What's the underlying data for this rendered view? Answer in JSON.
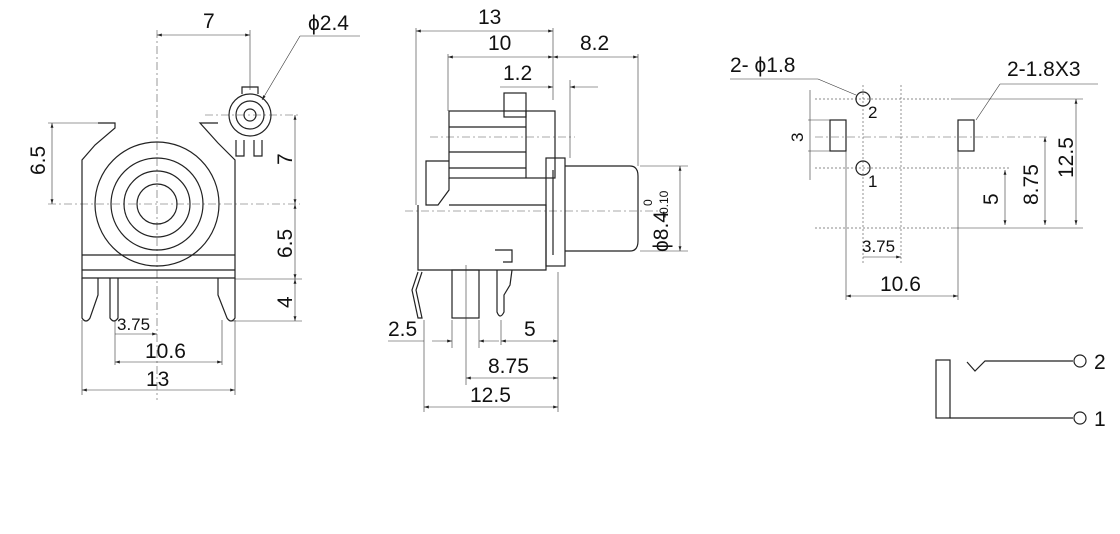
{
  "front_view": {
    "width_top": "7",
    "pin_dia": "ϕ2.4",
    "height_upper": "6.5",
    "right_upper": "7",
    "right_mid": "6.5",
    "right_low": "4",
    "pin_offset": "3.75",
    "pin_span": "10.6",
    "width": "13"
  },
  "side_view": {
    "total": "13",
    "body": "10",
    "barrel": "8.2",
    "flange": "1.2",
    "barrel_dia": "ϕ8.4",
    "tol_upper": "0",
    "tol_lower": "-0.10",
    "lead_left": "2.5",
    "lead_right": "5",
    "pitch_mid": "8.75",
    "pitch_total": "12.5"
  },
  "pcb_layout": {
    "holes": "2- ϕ1.8",
    "slots": "2-1.8X3",
    "slot_height": "3",
    "dim_5": "5",
    "dim_875": "8.75",
    "dim_125": "12.5",
    "dim_375": "3.75",
    "dim_106": "10.6",
    "hole_2": "2",
    "hole_1": "1"
  },
  "schematic": {
    "pin_2": "2",
    "pin_1": "1"
  },
  "colors": {
    "line": "#222222",
    "background": "#ffffff"
  }
}
